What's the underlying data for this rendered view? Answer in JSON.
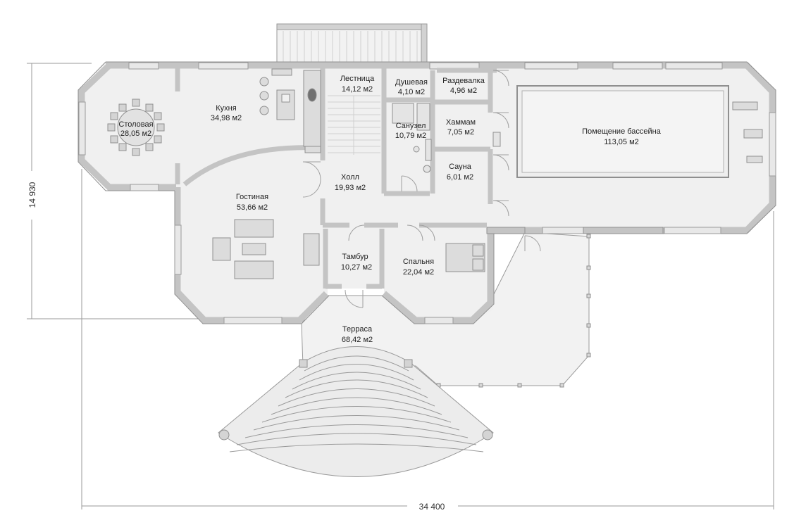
{
  "plan": {
    "rooms": [
      {
        "id": "dining",
        "name": "Столовая",
        "area": "28,05 м2"
      },
      {
        "id": "kitchen",
        "name": "Кухня",
        "area": "34,98 м2"
      },
      {
        "id": "stairs",
        "name": "Лестница",
        "area": "14,12 м2"
      },
      {
        "id": "shower",
        "name": "Душевая",
        "area": "4,10 м2"
      },
      {
        "id": "changing",
        "name": "Раздевалка",
        "area": "4,96 м2"
      },
      {
        "id": "bathroom",
        "name": "Санузел",
        "area": "10,79 м2"
      },
      {
        "id": "hammam",
        "name": "Хаммам",
        "area": "7,05 м2"
      },
      {
        "id": "sauna",
        "name": "Сауна",
        "area": "6,01 м2"
      },
      {
        "id": "pool",
        "name": "Помещение бассейна",
        "area": "113,05 м2"
      },
      {
        "id": "hall",
        "name": "Холл",
        "area": "19,93 м2"
      },
      {
        "id": "living",
        "name": "Гостиная",
        "area": "53,66 м2"
      },
      {
        "id": "vestibule",
        "name": "Тамбур",
        "area": "10,27 м2"
      },
      {
        "id": "bedroom",
        "name": "Спальня",
        "area": "22,04 м2"
      },
      {
        "id": "terrace",
        "name": "Терраса",
        "area": "68,42 м2"
      }
    ],
    "dimensions": {
      "width": "34 400",
      "height": "14 930"
    },
    "colors": {
      "wall": "#c4c4c4",
      "wall_stroke": "#8f8f8f",
      "floor": "#f0f0f0",
      "window": "#e6e6e6",
      "furniture": "#dcdcdc",
      "dim_line": "#9a9a9a"
    }
  }
}
